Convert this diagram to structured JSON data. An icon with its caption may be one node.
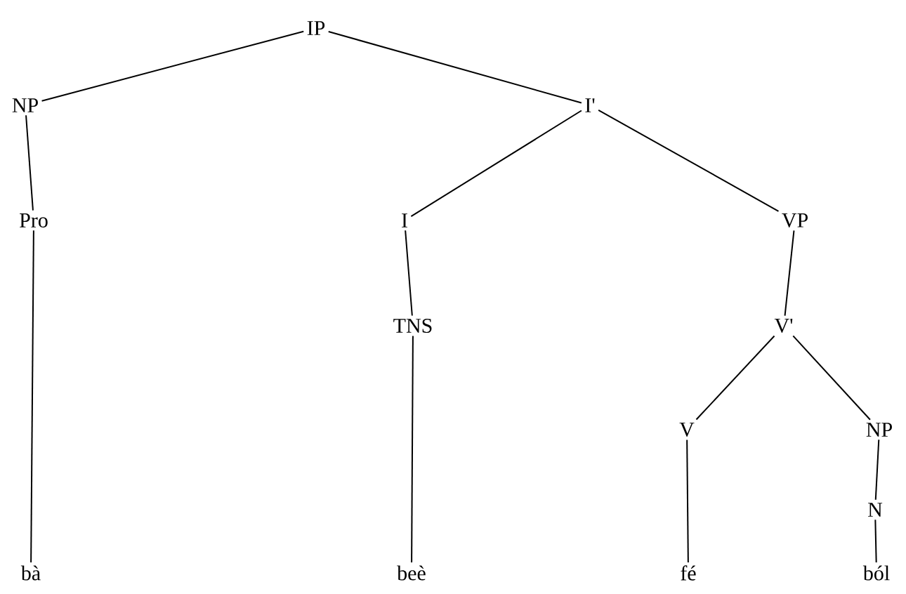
{
  "diagram": {
    "nodes": [
      {
        "text": [
          "IP"
        ]
      },
      {
        "text": [
          "NP"
        ]
      },
      {
        "text": [
          "I'"
        ]
      },
      {
        "text": [
          "Pro"
        ]
      },
      {
        "text": [
          "I"
        ]
      },
      {
        "text": [
          "VP"
        ]
      },
      {
        "text": [
          "TNS"
        ]
      },
      {
        "text": [
          "V'"
        ]
      },
      {
        "text": [
          "V"
        ]
      },
      {
        "text": [
          "NP"
        ]
      },
      {
        "text": [
          "N"
        ]
      },
      {
        "text": [
          "bà"
        ]
      },
      {
        "text": [
          "beè"
        ]
      },
      {
        "text": [
          "fé"
        ]
      },
      {
        "text": [
          "ból"
        ]
      }
    ],
    "edges": [
      {
        "from": 0,
        "to": 1,
        "arrow": "none"
      },
      {
        "from": 0,
        "to": 2,
        "arrow": "none"
      },
      {
        "from": 1,
        "to": 3,
        "arrow": "none"
      },
      {
        "from": 3,
        "to": 11,
        "arrow": "none"
      },
      {
        "from": 2,
        "to": 4,
        "arrow": "none"
      },
      {
        "from": 2,
        "to": 5,
        "arrow": "none"
      },
      {
        "from": 4,
        "to": 6,
        "arrow": "none"
      },
      {
        "from": 6,
        "to": 12,
        "arrow": "none"
      },
      {
        "from": 5,
        "to": 7,
        "arrow": "none"
      },
      {
        "from": 7,
        "to": 8,
        "arrow": "none"
      },
      {
        "from": 7,
        "to": 9,
        "arrow": "none"
      },
      {
        "from": 8,
        "to": 13,
        "arrow": "none"
      },
      {
        "from": 9,
        "to": 10,
        "arrow": "none"
      },
      {
        "from": 10,
        "to": 14,
        "arrow": "none"
      }
    ]
  }
}
